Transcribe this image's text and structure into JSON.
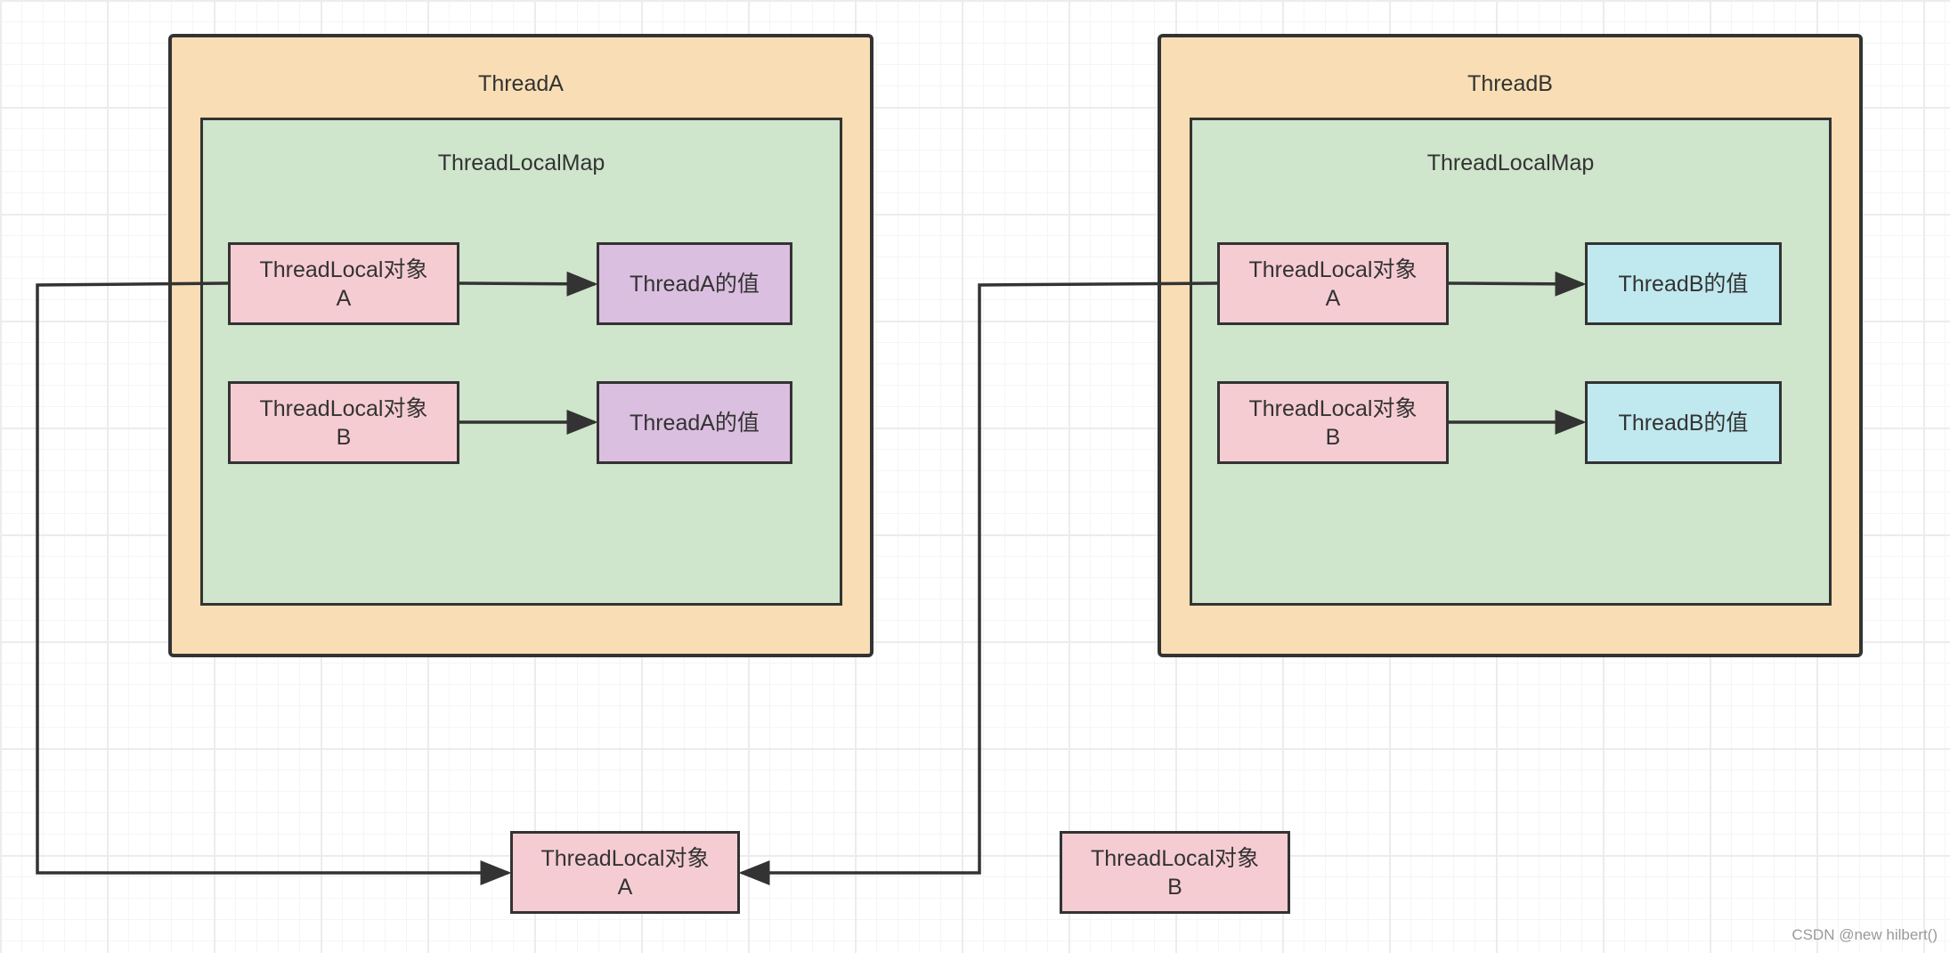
{
  "threads": {
    "a": {
      "title": "ThreadA",
      "map_title": "ThreadLocalMap",
      "key_a": "ThreadLocal对象\nA",
      "value_a": "ThreadA的值",
      "key_b": "ThreadLocal对象\nB",
      "value_b": "ThreadA的值"
    },
    "b": {
      "title": "ThreadB",
      "map_title": "ThreadLocalMap",
      "key_a": "ThreadLocal对象\nA",
      "value_a": "ThreadB的值",
      "key_b": "ThreadLocal对象\nB",
      "value_b": "ThreadB的值"
    }
  },
  "shared": {
    "object_a": "ThreadLocal对象\nA",
    "object_b": "ThreadLocal对象\nB"
  },
  "watermark": "CSDN @new hilbert()",
  "colors": {
    "thread_bg": "#f9deb5",
    "map_bg": "#cfe5cc",
    "key_bg": "#f6ccd3",
    "thread_a_value_bg": "#dbbfe0",
    "thread_b_value_bg": "#c0e9ef",
    "stroke": "#333333"
  }
}
